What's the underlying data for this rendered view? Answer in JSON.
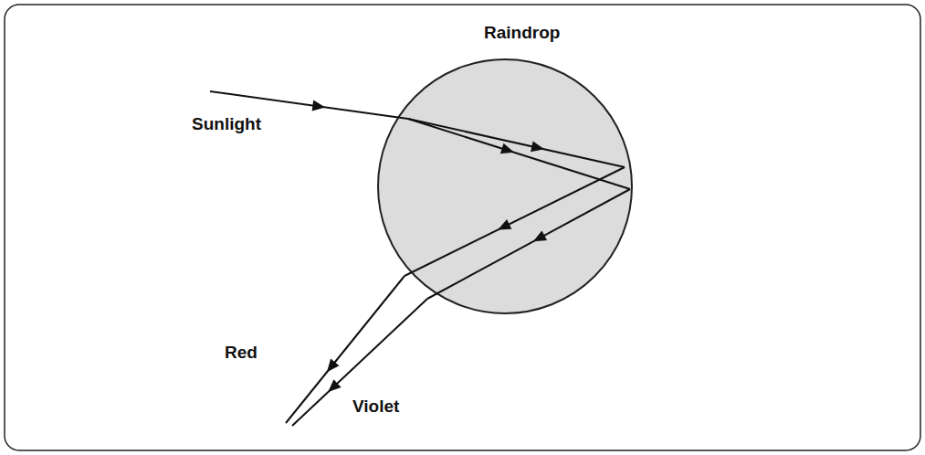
{
  "diagram": {
    "labels": [
      "Raindrop",
      "Sunlight",
      "Red",
      "Violet"
    ]
  }
}
